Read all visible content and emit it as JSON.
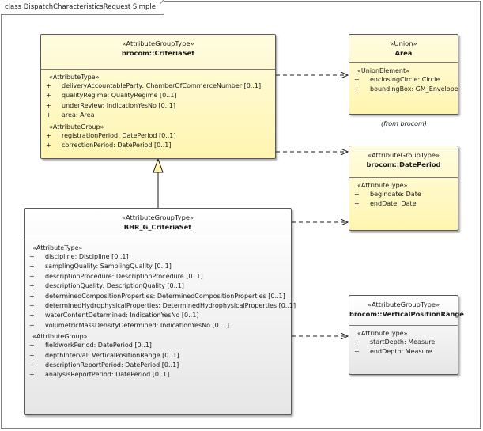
{
  "diagram": {
    "title": "class DispatchCharacteristicsRequest Simple"
  },
  "boxes": {
    "criteria_set": {
      "stereotype": "«AttributeGroupType»",
      "name": "brocom::CriteriaSet",
      "sections": [
        {
          "label": "«AttributeType»",
          "attributes": [
            {
              "vis": "+",
              "text": "deliveryAccountableParty: ChamberOfCommerceNumber [0..1]"
            },
            {
              "vis": "+",
              "text": "qualityRegime: QualityRegime [0..1]"
            },
            {
              "vis": "+",
              "text": "underReview: IndicationYesNo [0..1]"
            },
            {
              "vis": "+",
              "text": "area: Area"
            }
          ]
        },
        {
          "label": "«AttributeGroup»",
          "attributes": [
            {
              "vis": "+",
              "text": "registrationPeriod: DatePeriod [0..1]"
            },
            {
              "vis": "+",
              "text": "correctionPeriod: DatePeriod [0..1]"
            }
          ]
        }
      ]
    },
    "area": {
      "stereotype": "«Union»",
      "name": "Area",
      "note": "(from brocom)",
      "sections": [
        {
          "label": "«UnionElement»",
          "attributes": [
            {
              "vis": "+",
              "text": "enclosingCircle: Circle"
            },
            {
              "vis": "+",
              "text": "boundingBox: GM_Envelope"
            }
          ]
        }
      ]
    },
    "date_period": {
      "stereotype": "«AttributeGroupType»",
      "name": "brocom::DatePeriod",
      "sections": [
        {
          "label": "«AttributeType»",
          "attributes": [
            {
              "vis": "+",
              "text": "begindate: Date"
            },
            {
              "vis": "+",
              "text": "endDate: Date"
            }
          ]
        }
      ]
    },
    "bhr_criteria_set": {
      "stereotype": "«AttributeGroupType»",
      "name": "BHR_G_CriteriaSet",
      "sections": [
        {
          "label": "«AttributeType»",
          "attributes": [
            {
              "vis": "+",
              "text": "discipline: Discipline [0..1]"
            },
            {
              "vis": "+",
              "text": "samplingQuality: SamplingQuality [0..1]"
            },
            {
              "vis": "+",
              "text": "descriptionProcedure: DescriptionProcedure [0..1]"
            },
            {
              "vis": "+",
              "text": "descriptionQuality: DescriptionQuality [0..1]"
            },
            {
              "vis": "+",
              "text": "determinedCompositionProperties: DeterminedCompositionProperties [0..1]"
            },
            {
              "vis": "+",
              "text": "determinedHydrophysicalProperties: DeterminedHydrophysicalProperties [0..1]"
            },
            {
              "vis": "+",
              "text": "waterContentDetermined: IndicationYesNo [0..1]"
            },
            {
              "vis": "+",
              "text": "volumetricMassDensityDetermined: IndicationYesNo [0..1]"
            }
          ]
        },
        {
          "label": "«AttributeGroup»",
          "attributes": [
            {
              "vis": "+",
              "text": "fieldworkPeriod: DatePeriod [0..1]"
            },
            {
              "vis": "+",
              "text": "depthInterval: VerticalPositionRange [0..1]"
            },
            {
              "vis": "+",
              "text": "descriptionReportPeriod: DatePeriod [0..1]"
            },
            {
              "vis": "+",
              "text": "analysisReportPeriod: DatePeriod [0..1]"
            }
          ]
        }
      ]
    },
    "vertical_position_range": {
      "stereotype": "«AttributeGroupType»",
      "name": "brocom::VerticalPositionRange",
      "sections": [
        {
          "label": "«AttributeType»",
          "attributes": [
            {
              "vis": "+",
              "text": "startDepth: Measure"
            },
            {
              "vis": "+",
              "text": "endDepth: Measure"
            }
          ]
        }
      ]
    }
  },
  "colors": {
    "yellow_box": "#fff5b0",
    "gray_box": "#e6e6e6",
    "border": "#5a5a5a",
    "line": "#1a1a1a"
  }
}
